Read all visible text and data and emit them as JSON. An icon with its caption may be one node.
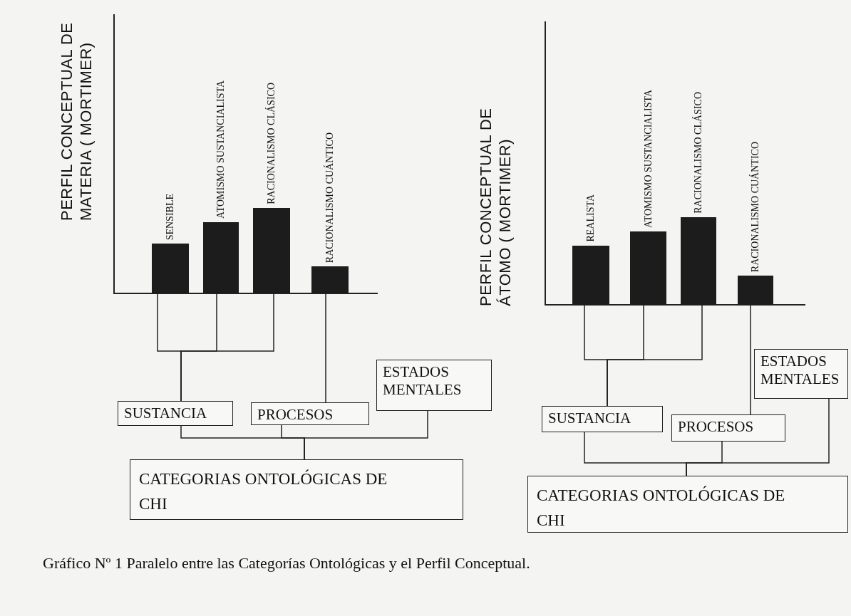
{
  "diagram": {
    "caption": "Gráfico Nº 1 Paralelo entre las Categorías Ontológicas y el Perfil Conceptual.",
    "nodes": [
      {
        "text": [
          "SENSIBLE"
        ]
      },
      {
        "text": [
          "ATOMISMO SUSTANCIALISTA"
        ]
      },
      {
        "text": [
          "RACIONALISMO CLÁSICO"
        ]
      },
      {
        "text": [
          "RACIONALISMO CUÁNTICO"
        ]
      },
      {
        "text": [
          "SUSTANCIA"
        ]
      },
      {
        "text": [
          "PROCESOS"
        ]
      },
      {
        "text": [
          "ESTADOS MENTALES"
        ]
      },
      {
        "text": [
          "CATEGORIAS ONTOLÓGICAS DE CHI"
        ]
      },
      {
        "text": [
          "REALISTA"
        ]
      },
      {
        "text": [
          "ATOMISMO SUSTANCIALISTA"
        ]
      },
      {
        "text": [
          "RACIONALISMO CLÁSICO"
        ]
      },
      {
        "text": [
          "RACIONALISMO CUÁNTICO"
        ]
      },
      {
        "text": [
          "SUSTANCIA"
        ]
      },
      {
        "text": [
          "PROCESOS"
        ]
      },
      {
        "text": [
          "ESTADOS MENTALES"
        ]
      },
      {
        "text": [
          "CATEGORIAS ONTOLÓGICAS DE CHI"
        ]
      }
    ],
    "edges": [
      {
        "from": 0,
        "to": 4,
        "arrow": "none"
      },
      {
        "from": 1,
        "to": 4,
        "arrow": "none"
      },
      {
        "from": 2,
        "to": 4,
        "arrow": "none"
      },
      {
        "from": 3,
        "to": 5,
        "arrow": "none"
      },
      {
        "from": 4,
        "to": 7,
        "arrow": "none"
      },
      {
        "from": 5,
        "to": 7,
        "arrow": "none"
      },
      {
        "from": 6,
        "to": 7,
        "arrow": "none"
      },
      {
        "from": 8,
        "to": 12,
        "arrow": "none"
      },
      {
        "from": 9,
        "to": 12,
        "arrow": "none"
      },
      {
        "from": 10,
        "to": 12,
        "arrow": "none"
      },
      {
        "from": 11,
        "to": 13,
        "arrow": "none"
      },
      {
        "from": 12,
        "to": 15,
        "arrow": "none"
      },
      {
        "from": 13,
        "to": 15,
        "arrow": "none"
      },
      {
        "from": 14,
        "to": 15,
        "arrow": "none"
      }
    ],
    "labels": [
      "PERFIL CONCEPTUAL DE MATERIA ( MORTIMER)",
      "PERFIL CONCEPTUAL DE ÁTOMO ( MORTIMER)"
    ]
  }
}
